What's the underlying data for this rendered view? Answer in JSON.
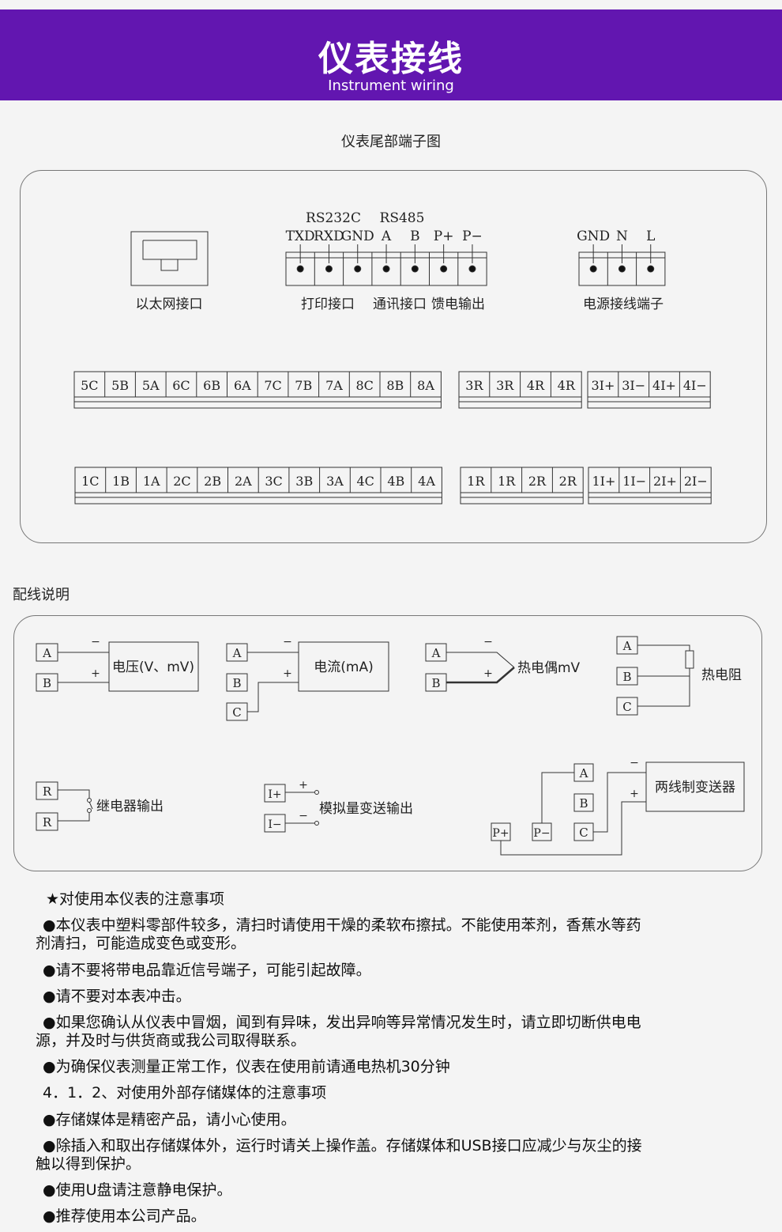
{
  "banner": {
    "title": "仪表接线",
    "subtitle": "Instrument wiring"
  },
  "terminal_section": {
    "title": "仪表尾部端子图",
    "ethernet_label": "以太网接口",
    "comm_group_labels": {
      "rs232": "RS232C",
      "rs485": "RS485"
    },
    "comm_pins": [
      "TXD",
      "RXD",
      "GND",
      "A",
      "B",
      "P+",
      "P−"
    ],
    "print_label": "打印接口",
    "comm_label": "通讯接口",
    "feed_label": "馈电输出",
    "power_pins": [
      "GND",
      "N",
      "L"
    ],
    "power_label": "电源接线端子",
    "row_top_main": [
      "5C",
      "5B",
      "5A",
      "6C",
      "6B",
      "6A",
      "7C",
      "7B",
      "7A",
      "8C",
      "8B",
      "8A"
    ],
    "row_top_r": [
      "3R",
      "3R",
      "4R",
      "4R"
    ],
    "row_top_i": [
      "3I+",
      "3I−",
      "4I+",
      "4I−"
    ],
    "row_bottom_main": [
      "1C",
      "1B",
      "1A",
      "2C",
      "2B",
      "2A",
      "3C",
      "3B",
      "3A",
      "4C",
      "4B",
      "4A"
    ],
    "row_bottom_r": [
      "1R",
      "1R",
      "2R",
      "2R"
    ],
    "row_bottom_i": [
      "1I+",
      "1I−",
      "2I+",
      "2I−"
    ]
  },
  "wiring_section": {
    "title": "配线说明",
    "voltage": {
      "label": "电压(V、mV)",
      "terms": [
        "A",
        "B"
      ],
      "signs": [
        "−",
        "+"
      ]
    },
    "current": {
      "label": "电流(mA)",
      "terms": [
        "A",
        "B",
        "C"
      ],
      "signs": [
        "−",
        "+"
      ]
    },
    "thermocouple": {
      "label": "热电偶mV",
      "terms": [
        "A",
        "B"
      ],
      "signs": [
        "−",
        "+"
      ]
    },
    "rtd": {
      "label": "热电阻",
      "terms": [
        "A",
        "B",
        "C"
      ]
    },
    "relay": {
      "label": "继电器输出",
      "terms": [
        "R",
        "R"
      ]
    },
    "analog": {
      "label": "模拟量变送输出",
      "terms": [
        "I+",
        "I−"
      ],
      "signs": [
        "+",
        "−"
      ]
    },
    "two_wire": {
      "label": "两线制变送器",
      "terms": [
        "A",
        "B",
        "C"
      ],
      "feed_terms": [
        "P+",
        "P−"
      ],
      "signs": [
        "−",
        "+"
      ]
    }
  },
  "notes": {
    "heading": "★对使用本仪表的注意事项",
    "items": [
      "●本仪表中塑料零部件较多，清扫时请使用干燥的柔软布擦拭。不能使用苯剂，香蕉水等药",
      "剂清扫，可能造成变色或变形。",
      "●请不要将带电品靠近信号端子，可能引起故障。",
      "●请不要对本表冲击。",
      "●如果您确认从仪表中冒烟，闻到有异味，发出异响等异常情况发生时，请立即切断供电电",
      "源，并及时与供货商或我公司取得联系。",
      "●为确保仪表测量正常工作，仪表在使用前请通电热机30分钟",
      "4．1．2、对使用外部存储媒体的注意事项",
      "●存储媒体是精密产品，请小心使用。",
      "●除插入和取出存储媒体外，运行时请关上操作盖。存储媒体和USB接口应减少与灰尘的接",
      "触以得到保护。",
      "●使用U盘请注意静电保护。",
      "●推荐使用本公司产品。"
    ]
  },
  "colors": {
    "banner": "#6216b0",
    "background": "#f4f4f4",
    "line": "#333333"
  }
}
